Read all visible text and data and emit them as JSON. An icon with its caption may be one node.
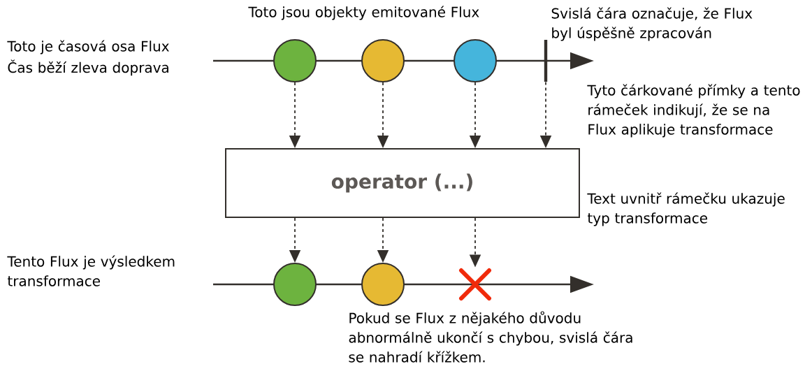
{
  "diagram": {
    "nodes": [
      {
        "text": [],
        "shape": "circle"
      },
      {
        "text": [],
        "shape": "circle"
      },
      {
        "text": [],
        "shape": "circle"
      },
      {
        "text": [],
        "shape": "bar"
      },
      {
        "text": [
          "operator (...)"
        ]
      },
      {
        "text": [],
        "shape": "circle"
      },
      {
        "text": [],
        "shape": "circle"
      },
      {
        "text": [],
        "shape": "cross"
      }
    ],
    "edges": [
      {
        "from": 0,
        "to": 4,
        "arrow": "to",
        "style": "dashed"
      },
      {
        "from": 1,
        "to": 4,
        "arrow": "to",
        "style": "dashed"
      },
      {
        "from": 2,
        "to": 4,
        "arrow": "to",
        "style": "dashed"
      },
      {
        "from": 3,
        "to": 4,
        "arrow": "to",
        "style": "dashed"
      },
      {
        "from": 4,
        "to": 5,
        "arrow": "to",
        "style": "dashed"
      },
      {
        "from": 4,
        "to": 6,
        "arrow": "to",
        "style": "dashed"
      },
      {
        "from": 4,
        "to": 7,
        "arrow": "to",
        "style": "dashed"
      }
    ],
    "labels": [
      "Toto jsou objekty emitované Flux",
      "Svislá čára označuje, že Flux byl úspěšně zpracován",
      "Toto je časová osa Flux",
      "Čas běží zleva doprava",
      "Tyto čárkované přímky a tento rámeček indikují, že se na Flux aplikuje transformace",
      "Text uvnitř rámečku ukazuje typ transformace",
      "Tento Flux je výsledkem transformace",
      "Pokud se Flux z nějakého důvodu abnormálně ukončí s chybou, svislá čára se nahradí křížkem."
    ]
  }
}
